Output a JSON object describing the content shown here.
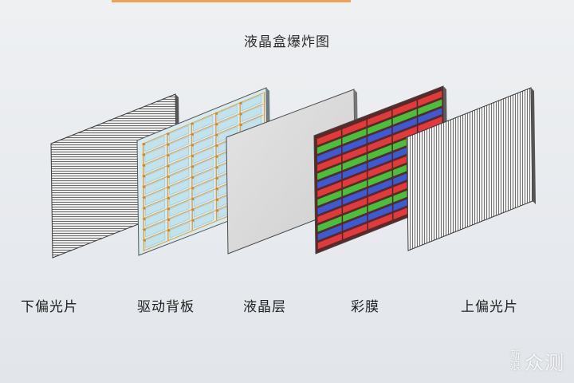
{
  "diagram": {
    "title": "液晶盒爆炸图",
    "layers": [
      {
        "id": "lower-polarizer",
        "label": "下偏光片"
      },
      {
        "id": "backplane",
        "label": "驱动背板"
      },
      {
        "id": "liquid-crystal",
        "label": "液晶层"
      },
      {
        "id": "color-filter",
        "label": "彩膜"
      },
      {
        "id": "upper-polarizer",
        "label": "上偏光片"
      }
    ],
    "colors": {
      "red": "#e23a3a",
      "green": "#4cbf3a",
      "blue": "#3f5ad0",
      "glass": "#cfe4ea",
      "grid": "#d9a04a"
    }
  },
  "watermark": {
    "brand_a": "新浪",
    "brand_b": "众测"
  }
}
